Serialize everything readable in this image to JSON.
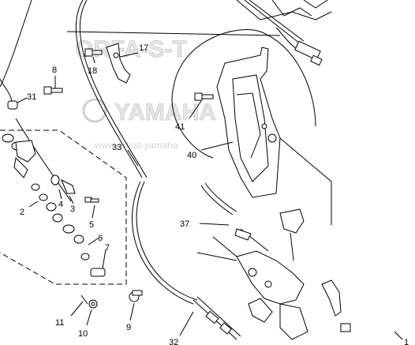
{
  "watermark": {
    "top": "ORFA-S-T",
    "brand": "YAMAHA",
    "url": "www.orfast-yamaha"
  },
  "callouts": [
    {
      "id": "c8",
      "text": "8"
    },
    {
      "id": "c31",
      "text": "31"
    },
    {
      "id": "c18",
      "text": "18"
    },
    {
      "id": "c17",
      "text": "17"
    },
    {
      "id": "c41",
      "text": "41"
    },
    {
      "id": "c40",
      "text": "40"
    },
    {
      "id": "c33",
      "text": "33"
    },
    {
      "id": "c4",
      "text": "4"
    },
    {
      "id": "c2",
      "text": "2"
    },
    {
      "id": "c3",
      "text": "3"
    },
    {
      "id": "c5",
      "text": "5"
    },
    {
      "id": "c6",
      "text": "6"
    },
    {
      "id": "c7",
      "text": "7"
    },
    {
      "id": "c37",
      "text": "37"
    },
    {
      "id": "c11",
      "text": "11"
    },
    {
      "id": "c10",
      "text": "10"
    },
    {
      "id": "c9",
      "text": "9"
    },
    {
      "id": "c32",
      "text": "32"
    },
    {
      "id": "c1",
      "text": "1"
    }
  ]
}
